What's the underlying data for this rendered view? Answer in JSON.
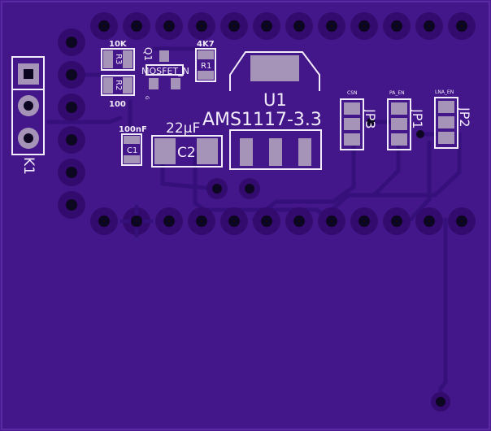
{
  "board": {
    "colors": {
      "substrate": "#4a1a90",
      "copper": "#3f1483",
      "trace": "#36107a",
      "pad": "#a694b8",
      "silk": "#f2ecfa",
      "hole": "#0d0620",
      "ring": "#330b6e"
    }
  },
  "labels": {
    "k1": "K1",
    "u1_ref": "U1",
    "u1_value": "AMS1117-3.3",
    "q1_ref": "Q1",
    "q1_value": "MOSFET_N",
    "q1_pin": "G",
    "r1_ref": "R1",
    "r1_value": "4K7",
    "r2_ref": "R2",
    "r2_value": "100",
    "r3_ref": "R3",
    "r3_value": "10K",
    "c1_ref": "C1",
    "c1_value": "100nF",
    "c2_ref": "C2",
    "c2_value": "22µF",
    "jp3_ref": "JP3",
    "jp3_net": "CSN",
    "jp1_ref": "JP1",
    "jp1_net": "PA_EN",
    "jp2_ref": "JP2",
    "jp2_net": "LNA_EN"
  }
}
